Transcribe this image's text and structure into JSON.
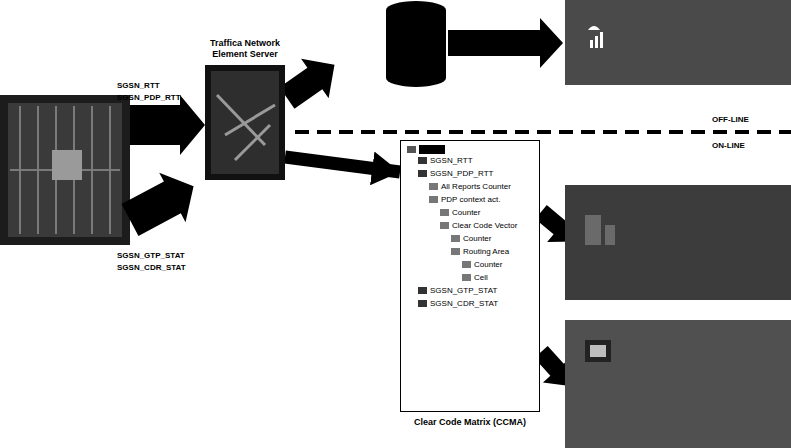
{
  "diagram": {
    "nodes": [
      {
        "text": [
          "Traffica Network Element Server"
        ]
      },
      {
        "text": [
          "SGSN_RTT",
          "SGSN_PDP_RTT",
          "All Reports Counter",
          "PDP context act.",
          "Counter",
          "Clear Code Vector",
          "Counter",
          "Routing Area",
          "Counter",
          "Cell",
          "SGSN_GTP_STAT",
          "SGSN_CDR_STAT",
          "Clear Code Matrix (CCMA)"
        ]
      }
    ],
    "edges": [
      {
        "from": 0,
        "to": 1,
        "arrow": "to"
      }
    ],
    "labels": [
      "SGSN_RTT",
      "SGSN_PDP_RTT",
      "SGSN_GTP_STAT",
      "SGSN_CDR_STAT",
      "OFF-LINE",
      "ON-LINE"
    ]
  }
}
